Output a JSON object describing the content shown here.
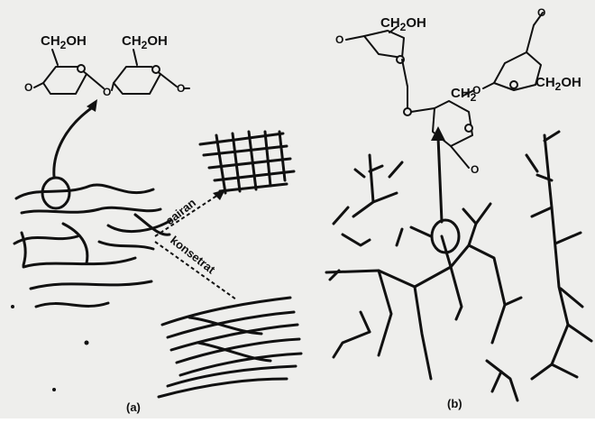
{
  "panel_a": {
    "formula_left": "CH",
    "formula_left_sub": "2",
    "formula_left_tail": "OH",
    "formula_right": "CH",
    "formula_right_sub": "2",
    "formula_right_tail": "OH",
    "arrow_label_1": "cairan",
    "arrow_label_2": "konsetrat",
    "caption": "(a)"
  },
  "panel_b": {
    "formula_top": "CH",
    "formula_top_sub": "2",
    "formula_top_tail": "OH",
    "formula_mid": "CH",
    "formula_mid_sub": "2",
    "formula_right": "CH",
    "formula_right_sub": "2",
    "formula_right_tail": "OH",
    "caption": "(b)"
  }
}
